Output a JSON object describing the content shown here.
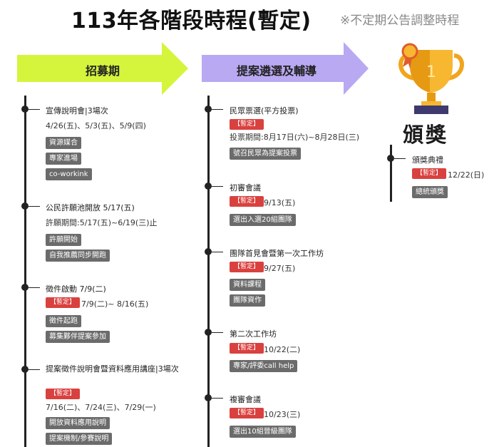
{
  "header": {
    "title": "113年各階段時程(暫定)",
    "note": "※不定期公告調整時程"
  },
  "colors": {
    "recruit_arrow": "#d4f53c",
    "select_arrow": "#b9a9f2",
    "tag": "#d9413f",
    "chip": "#6b6b6b",
    "trophy": "#f1a51d"
  },
  "phases": [
    {
      "label": "招募期",
      "items": [
        {
          "title": "宣傳說明會|3場次",
          "date": "4/26(五)、5/3(五)、5/9(四)",
          "buttons": [
            "資源媒合",
            "專家進場",
            "co-workink"
          ]
        },
        {
          "title": "公民許願池開放 5/17(五)",
          "date": "許願期間:5/17(五)~6/19(三)止",
          "buttons": [
            "許願開始",
            "自我推薦同步開跑"
          ]
        },
        {
          "title": "徵件啟動 7/9(二)",
          "tag": "【暫定】",
          "date": "7/9(二)~ 8/16(五)",
          "buttons": [
            "徵件起跑",
            "募集夥伴提案參加"
          ]
        },
        {
          "title": "提案徵件說明會暨資料應用講座|3場次",
          "tag": "【暫定】",
          "date": "7/16(二)、7/24(三)、7/29(一)",
          "buttons": [
            "開放資料應用說明",
            "提案機制/參賽說明"
          ]
        }
      ]
    },
    {
      "label": "提案遴選及輔導",
      "items": [
        {
          "title": "民眾票選(平方投票)",
          "tag": "【暫定】",
          "date": "投票期間:8月17日(六)~8月28日(三)",
          "buttons": [
            "號召民眾為提案投票"
          ]
        },
        {
          "title": "初審會議",
          "tag": "【暫定】",
          "date": "9/13(五)",
          "buttons": [
            "選出入選20組團隊"
          ]
        },
        {
          "title": "團隊首見會暨第一次工作坊",
          "tag": "【暫定】",
          "date": "9/27(五)",
          "buttons": [
            "資料課程",
            "團隊資作"
          ]
        },
        {
          "title": "第二次工作坊",
          "tag": "【暫定】",
          "date": "10/22(二)",
          "buttons": [
            "專家/評委call help"
          ]
        },
        {
          "title": "複審會議",
          "tag": "【暫定】",
          "date": "10/23(三)",
          "buttons": [
            "選出10組晉級團隊"
          ]
        }
      ]
    },
    {
      "label": "頒獎",
      "items": [
        {
          "title": "頒獎典禮",
          "tag": "【暫定】",
          "date": "12/22(日)",
          "buttons": [
            "總統頒獎"
          ]
        }
      ]
    }
  ]
}
